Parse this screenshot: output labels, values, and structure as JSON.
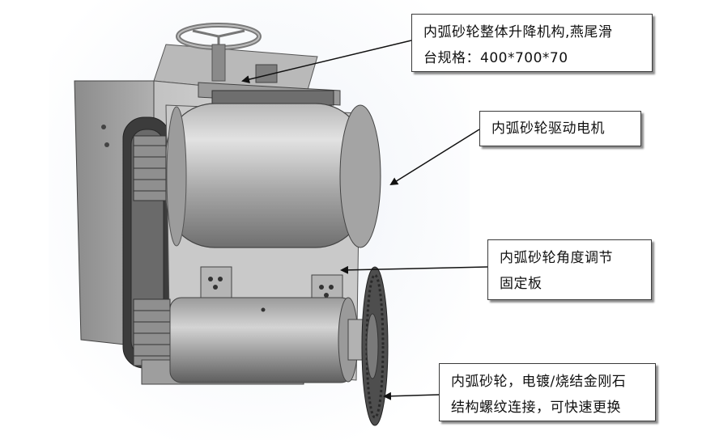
{
  "callouts": [
    {
      "lines": [
        "内弧砂轮整体升降机构,燕尾滑",
        "台规格：400*700*70"
      ]
    },
    {
      "lines": [
        "内弧砂轮驱动电机"
      ]
    },
    {
      "lines": [
        "内弧砂轮角度调节",
        "固定板"
      ]
    },
    {
      "lines": [
        "内弧砂轮，电镀/烧结金刚石",
        "结构螺纹连接，可快速更换"
      ]
    }
  ],
  "colors": {
    "metal_light": "#cfcfcf",
    "metal_mid": "#9c9c9c",
    "metal_dark": "#4a4a4a",
    "background_glow": "#e6ecf5",
    "arrow": "#111111"
  },
  "icons": [
    "handwheel-icon",
    "gear-wheel-icon"
  ]
}
